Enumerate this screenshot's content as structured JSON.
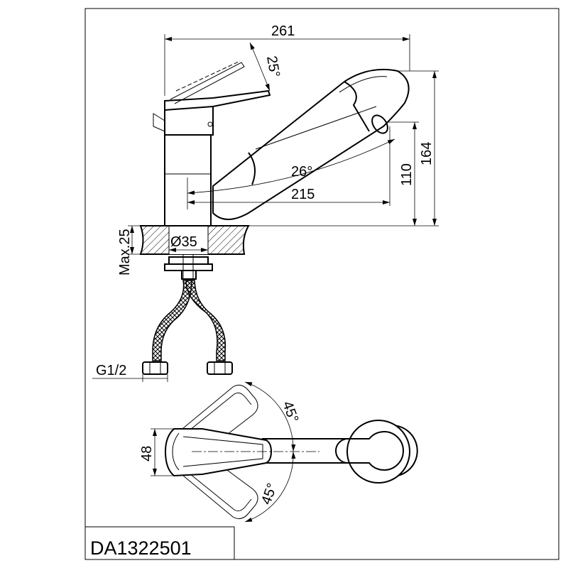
{
  "drawing": {
    "model_code": "DA1322501",
    "dimensions": {
      "total_length": "261",
      "lever_angle": "25°",
      "spout_angle": "26°",
      "spout_reach": "215",
      "spout_height": "110",
      "total_height": "164",
      "max_deck": "Max.25",
      "hole_diameter": "Ø35",
      "thread": "G1/2",
      "body_width": "48",
      "rotation_upper": "45°",
      "rotation_lower": "45°"
    }
  }
}
